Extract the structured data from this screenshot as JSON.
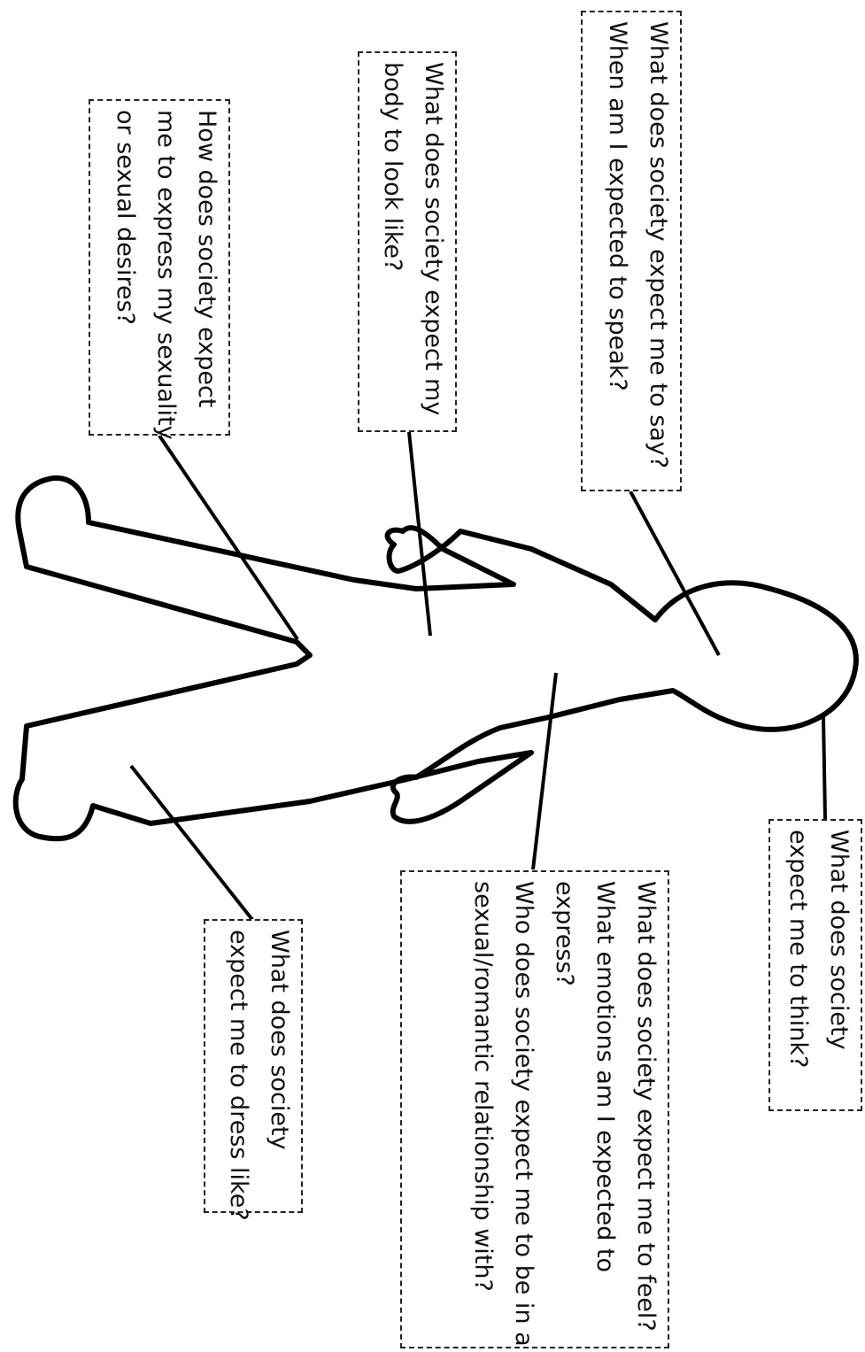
{
  "prompts": {
    "think": [
      "What does society",
      "expect me to think?"
    ],
    "say": [
      "What does society expect me to say?",
      "When am I expected to speak?"
    ],
    "body": [
      "What does society expect my",
      "body to look like?"
    ],
    "sexuality": [
      "How does society expect",
      "me to express my sexuality",
      "or sexual desires?"
    ],
    "feel": [
      "What does society expect me to feel?",
      "What emotions am I expected to",
      "express?",
      "Who does society expect me to be in a",
      "sexual/romantic relationship with?"
    ],
    "dress": [
      "What does society",
      "expect me to dress like?"
    ]
  },
  "colors": {
    "line": "#000000",
    "box_border": "#222222",
    "background": "#ffffff"
  }
}
